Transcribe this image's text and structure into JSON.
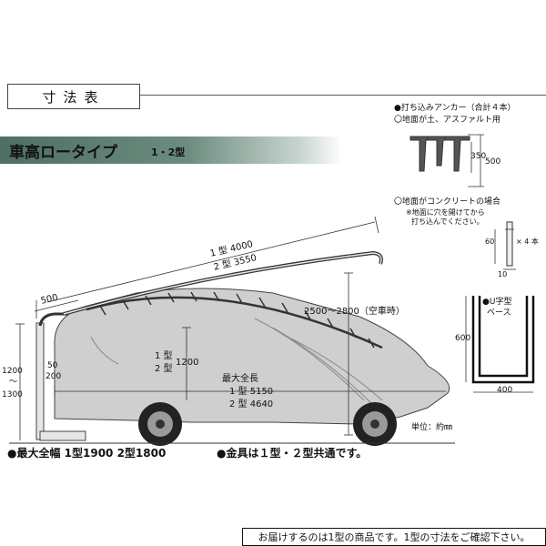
{
  "header": {
    "title": "寸法表"
  },
  "band": {
    "title": "車高ロータイプ",
    "subtitle": "1・2型"
  },
  "anchor": {
    "heading": "●打ち込みアンカー（合計４本）",
    "soil_note": "〇地面が土、アスファルト用",
    "dim_350": "350",
    "dim_500": "500",
    "concrete_note": "〇地面がコンクリートの場合",
    "concrete_sub1": "※地面に穴を開けてから",
    "concrete_sub2": "打ち込んでください。",
    "dim_60": "60",
    "dim_10": "10",
    "qty": "× 4 本"
  },
  "ubase": {
    "label1": "●U字型",
    "label2": "ベース",
    "height": "600",
    "width": "400"
  },
  "diagram": {
    "length_type1": "1 型  4000",
    "length_type2": "2 型  3550",
    "offset_500": "500",
    "height_range": "2500〜2800（空車時）",
    "post_1200a": "1200",
    "post_tilde": "～",
    "post_1300": "1300",
    "dim_50": "50",
    "dim_200": "200",
    "mid_type1": "1 型",
    "mid_type2": "2 型",
    "mid_1200": "1200",
    "max_length_title": "最大全長",
    "max_length_1": "1 型  5150",
    "max_length_2": "2 型  4640",
    "unit": "単位：約㎜"
  },
  "bottom": {
    "max_width": "●最大全幅  1型1900    2型1800",
    "fittings": "●金具は１型・２型共通です。"
  },
  "footer": {
    "note": "お届けするのは1型の商品です。1型の寸法をご確認下さい。"
  }
}
